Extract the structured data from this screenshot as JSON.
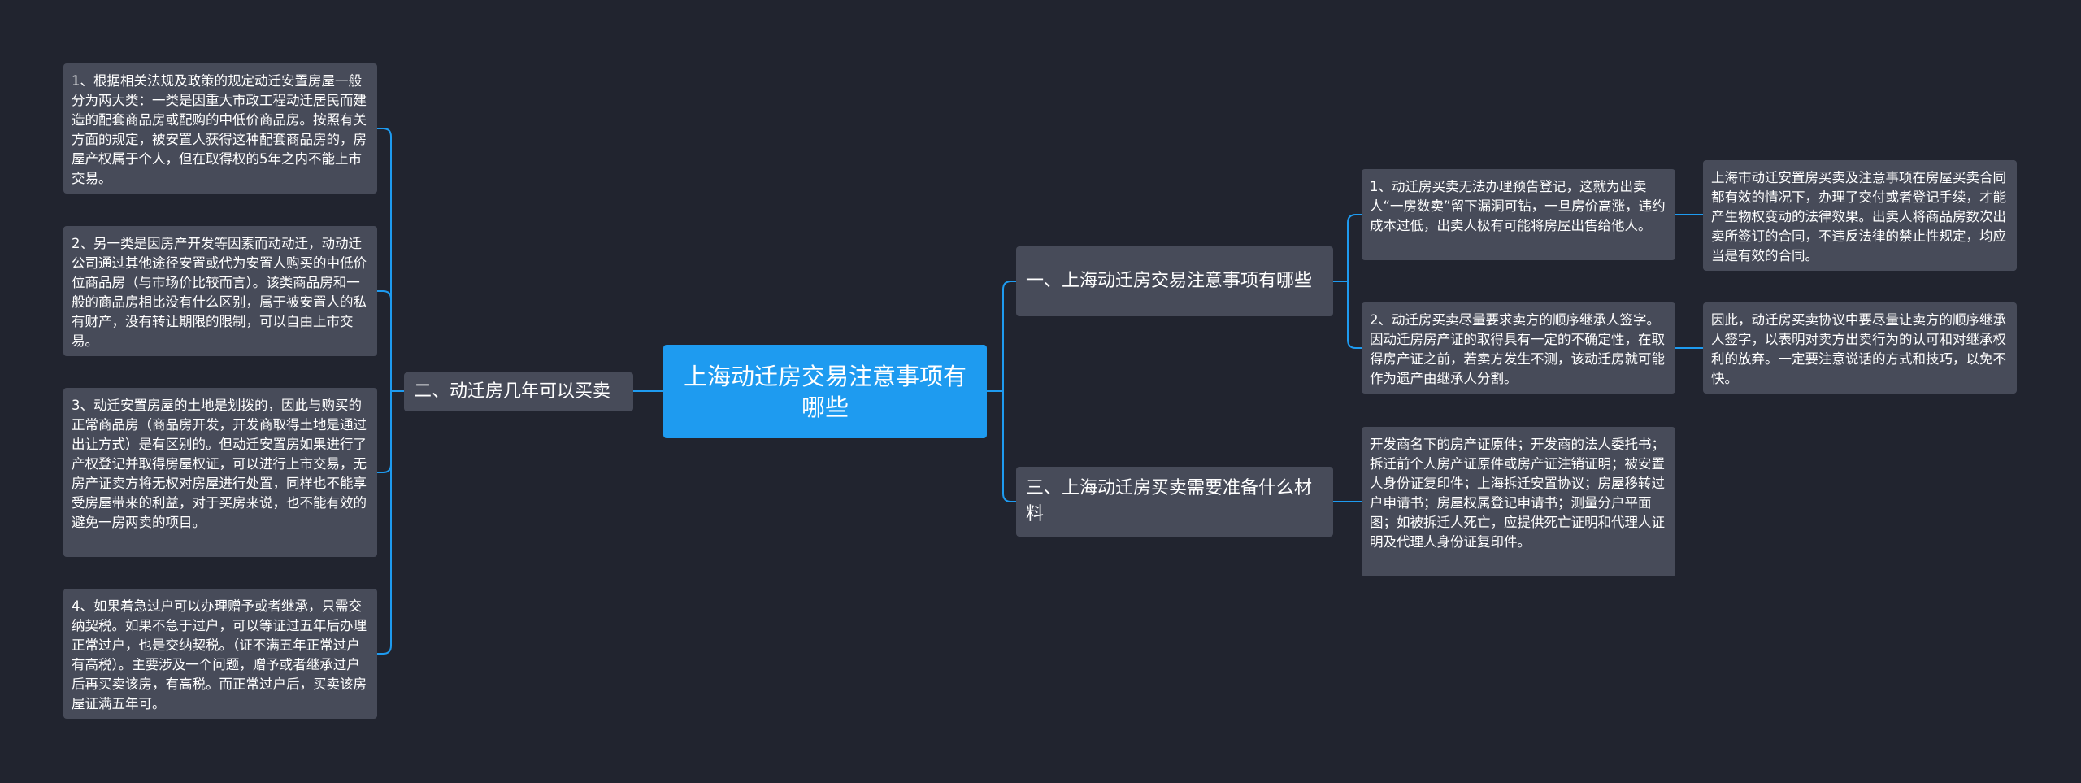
{
  "colors": {
    "background": "#21242f",
    "node": "#474b59",
    "root": "#1e9bf0",
    "connector": "#1e9bf0",
    "text": "#ffffff"
  },
  "root": {
    "text": "上海动迁房交易注意事项有哪些"
  },
  "branches": {
    "left": {
      "label": "二、动迁房几年可以买卖",
      "leaves": [
        "1、根据相关法规及政策的规定动迁安置房屋一般分为两大类：一类是因重大市政工程动迁居民而建造的配套商品房或配购的中低价商品房。按照有关方面的规定，被安置人获得这种配套商品房的，房屋产权属于个人，但在取得权的5年之内不能上市交易。",
        "2、另一类是因房产开发等因素而动动迁，动动迁公司通过其他途径安置或代为安置人购买的中低价位商品房（与市场价比较而言）。该类商品房和一般的商品房相比没有什么区别，属于被安置人的私有财产，没有转让期限的限制，可以自由上市交易。",
        "3、动迁安置房屋的土地是划拨的，因此与购买的正常商品房（商品房开发，开发商取得土地是通过出让方式）是有区别的。但动迁安置房如果进行了产权登记并取得房屋权证，可以进行上市交易，无房产证卖方将无权对房屋进行处置，同样也不能享受房屋带来的利益，对于买房来说，也不能有效的避免一房两卖的项目。",
        "4、如果着急过户可以办理赠予或者继承，只需交纳契税。如果不急于过户，可以等证过五年后办理正常过户，也是交纳契税。（证不满五年正常过户有高税）。主要涉及一个问题，赠予或者继承过户后再买卖该房，有高税。而正常过户后，买卖该房屋证满五年可。"
      ]
    },
    "right1": {
      "label": "一、上海动迁房交易注意事项有哪些",
      "leaves": [
        {
          "text": "1、动迁房买卖无法办理预告登记，这就为出卖人“一房数卖”留下漏洞可钻，一旦房价高涨，违约成本过低，出卖人极有可能将房屋出售给他人。",
          "note": "上海市动迁安置房买卖及注意事项在房屋买卖合同都有效的情况下，办理了交付或者登记手续，才能产生物权变动的法律效果。出卖人将商品房数次出卖所签订的合同，不违反法律的禁止性规定，均应当是有效的合同。"
        },
        {
          "text": "2、动迁房买卖尽量要求卖方的顺序继承人签字。因动迁房房产证的取得具有一定的不确定性，在取得房产证之前，若卖方发生不测，该动迁房就可能作为遗产由继承人分割。",
          "note": "因此，动迁房买卖协议中要尽量让卖方的顺序继承人签字，以表明对卖方出卖行为的认可和对继承权利的放弃。一定要注意说话的方式和技巧，以免不快。"
        }
      ]
    },
    "right2": {
      "label": "三、上海动迁房买卖需要准备什么材料",
      "leaves": [
        "开发商名下的房产证原件；开发商的法人委托书；拆迁前个人房产证原件或房产证注销证明；被安置人身份证复印件；上海拆迁安置协议；房屋移转过户申请书；房屋权属登记申请书；测量分户平面图；如被拆迁人死亡，应提供死亡证明和代理人证明及代理人身份证复印件。"
      ]
    }
  }
}
